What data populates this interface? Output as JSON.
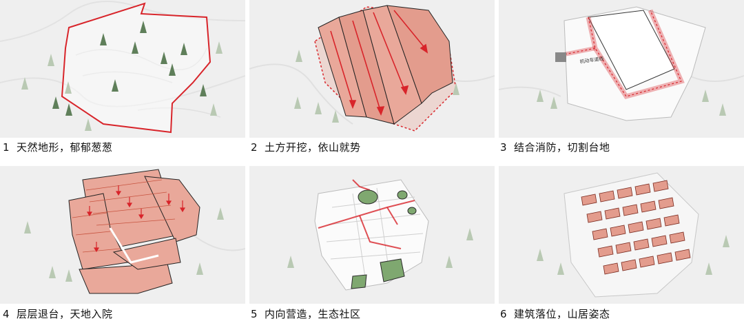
{
  "steps": [
    {
      "number": "1",
      "title": "天然地形，郁郁葱葱"
    },
    {
      "number": "2",
      "title": "土方开挖，依山就势"
    },
    {
      "number": "3",
      "title": "结合消防，切割台地"
    },
    {
      "number": "4",
      "title": "层层退台，天地入院"
    },
    {
      "number": "5",
      "title": "内向营造，生态社区"
    },
    {
      "number": "6",
      "title": "建筑落位，山居姿态"
    }
  ],
  "labels": {
    "fire_lane": "机动车道线"
  },
  "colors": {
    "accent_red": "#d8242a",
    "terrace_fill": "#e9a89a",
    "tree_green": "#5f7f5a",
    "background": "#efefef"
  }
}
